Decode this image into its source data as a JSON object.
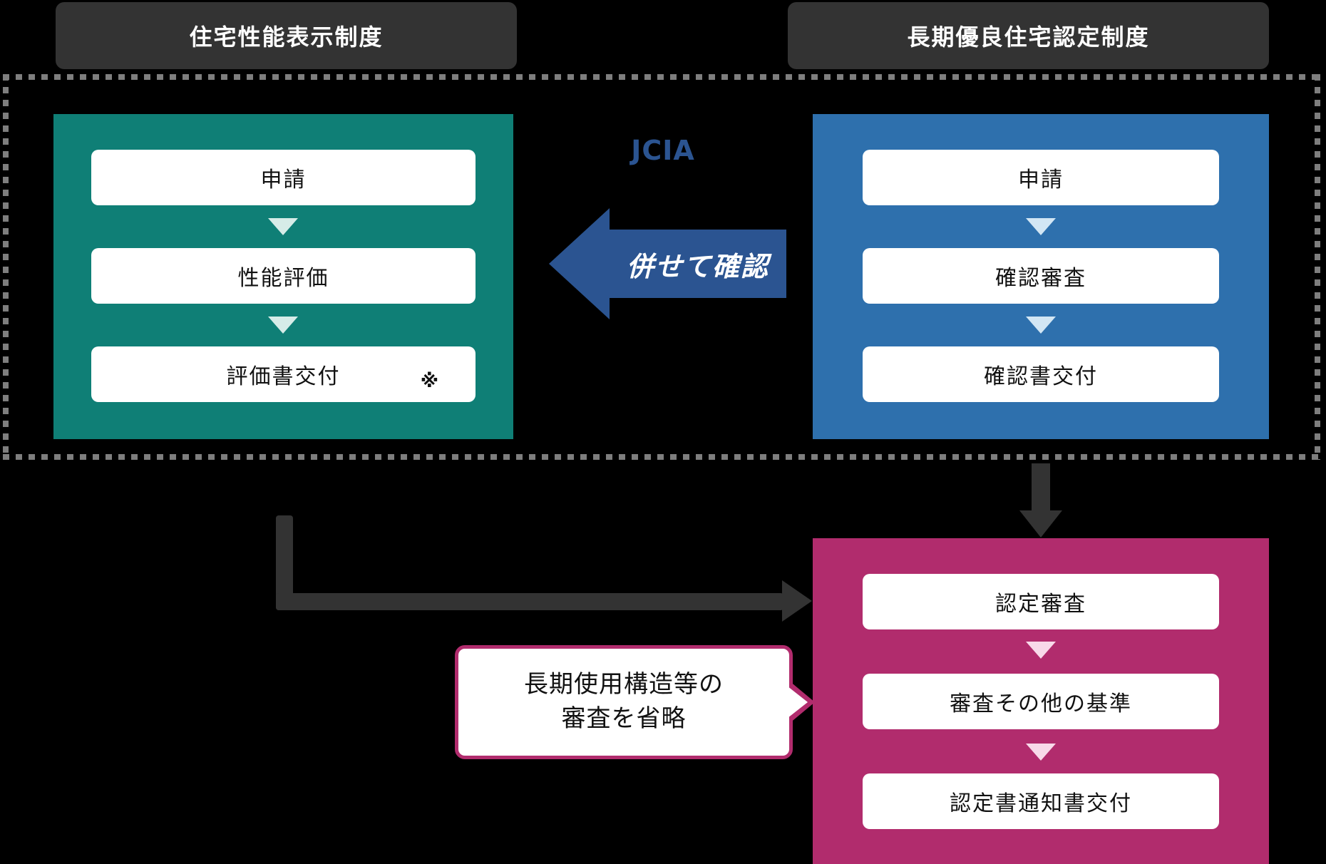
{
  "headers": {
    "left": "住宅性能表示制度",
    "right": "長期優良住宅認定制度"
  },
  "jcia": {
    "label": "JCIA"
  },
  "merge_arrow": {
    "label": "併せて確認"
  },
  "flows": {
    "green": {
      "steps": [
        "申請",
        "性能評価",
        "評価書交付"
      ],
      "footnote_mark": "※"
    },
    "blue": {
      "steps": [
        "申請",
        "確認審査",
        "確認書交付"
      ]
    },
    "magenta": {
      "steps": [
        "認定審査",
        "審査その他の基準",
        "認定書通知書交付"
      ]
    }
  },
  "callout": {
    "lines": [
      "長期使用構造等の",
      "審査を省略"
    ]
  },
  "colors": {
    "background": "#000000",
    "header_bg": "#333333",
    "teal_panel": "#0F7F76",
    "blue_panel": "#2E70AD",
    "arrow_blue": "#2B5491",
    "magenta_panel": "#B12C6D",
    "dark_arrow": "#333333",
    "dashed_border": "#7E7E7E",
    "triangle_mint": "#D6ECE8",
    "triangle_blue": "#D2E6F4",
    "triangle_pink": "#F8D9E9"
  }
}
